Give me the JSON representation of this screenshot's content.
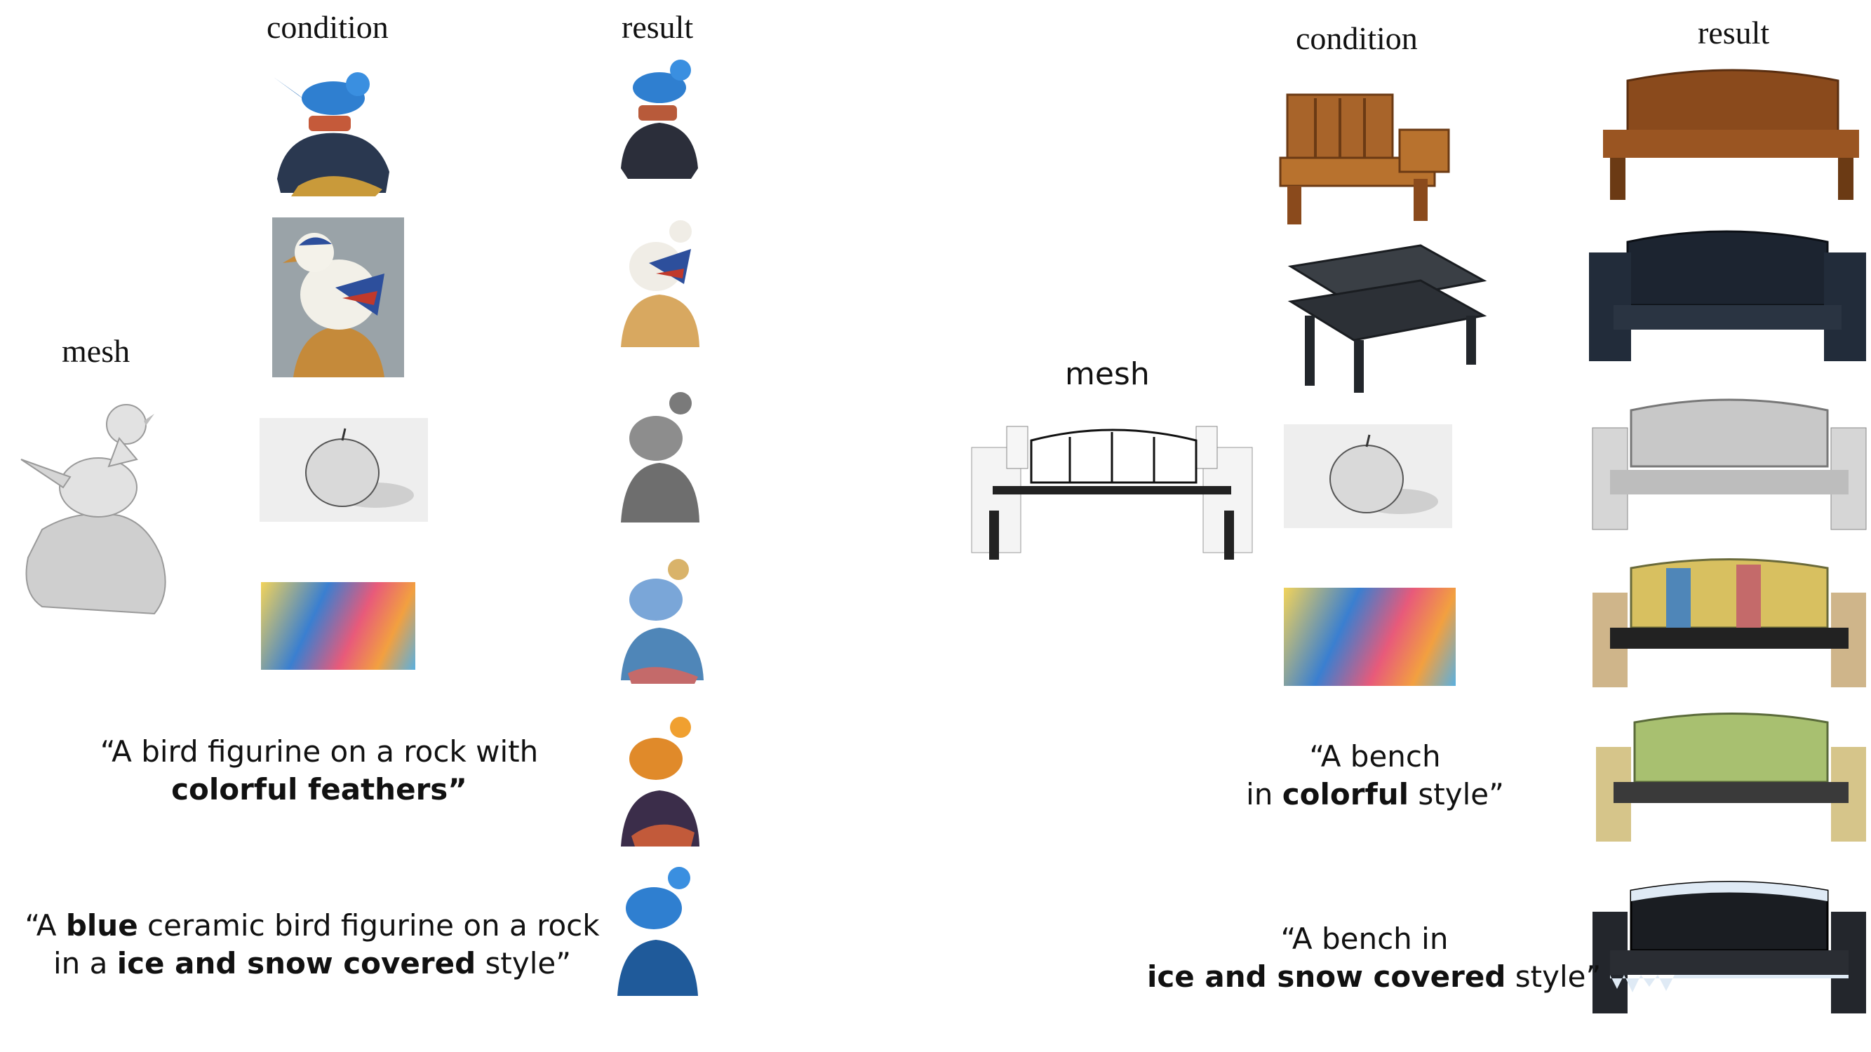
{
  "left": {
    "headers": {
      "mesh": "mesh",
      "condition": "condition",
      "result": "result"
    },
    "prompt1": {
      "open": "“A bird figurine on a rock with",
      "bold": "colorful feathers”"
    },
    "prompt2": {
      "l1_a": "“A ",
      "l1_b": "blue",
      "l1_c": " ceramic bird figurine on a rock",
      "l2_a": "in a ",
      "l2_b": "ice and snow covered",
      "l2_c": " style”"
    }
  },
  "right": {
    "headers": {
      "mesh": "mesh",
      "condition": "condition",
      "result": "result"
    },
    "prompt1": {
      "l1": "“A bench",
      "l2_a": "in ",
      "l2_b": "colorful",
      "l2_c": " style”"
    },
    "prompt2": {
      "l1": "“A bench in",
      "l2_b": "ice and snow covered",
      "l2_c": " style”"
    }
  },
  "colors": {
    "bird_blue": "#2f7fd0",
    "wood_brown": "#8a4a1c",
    "dark_navy": "#1c2430",
    "mesh_gray": "#d8d8d8"
  }
}
